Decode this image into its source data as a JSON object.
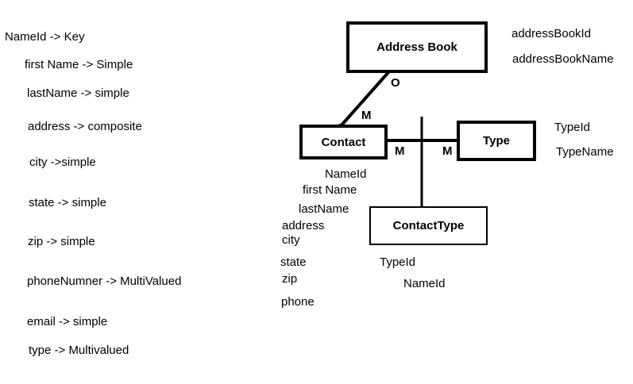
{
  "attributes_left": [
    "NameId   -> Key",
    "first Name -> Simple",
    "lastName -> simple",
    "address -> composite",
    "city ->simple",
    "state -> simple",
    "zip -> simple",
    "phoneNumner ->  MultiValued",
    "email -> simple",
    "type -> Multivalued"
  ],
  "entities": {
    "address_book": "Address Book",
    "contact": "Contact",
    "type": "Type",
    "contact_type": "ContactType"
  },
  "address_book_attributes": [
    "addressBookId",
    "addressBookName"
  ],
  "type_attributes": [
    "TypeId",
    "TypeName"
  ],
  "contact_attributes": [
    "NameId",
    "first Name",
    "lastName",
    "address",
    "city",
    "state",
    "zip",
    "phone"
  ],
  "contact_type_attributes": [
    "TypeId",
    "NameId"
  ],
  "cardinality": {
    "address_book_side": "O",
    "contact_book_side": "M",
    "contact_type_side": "M",
    "type_side": "M"
  }
}
